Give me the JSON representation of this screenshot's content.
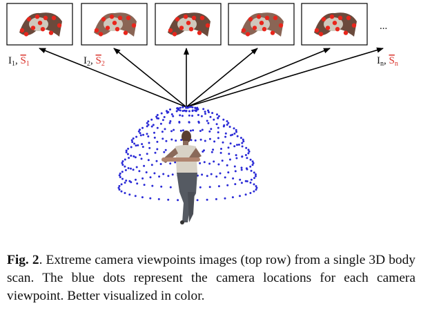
{
  "views": [
    {
      "image_name": "I",
      "image_sub": "1",
      "label_sep": ", ",
      "pose_name": "S",
      "pose_sub": "1"
    },
    {
      "image_name": "I",
      "image_sub": "2",
      "label_sep": ", ",
      "pose_name": "S",
      "pose_sub": "2"
    },
    {
      "image_name": "",
      "image_sub": "",
      "label_sep": "",
      "pose_name": "",
      "pose_sub": ""
    },
    {
      "image_name": "",
      "image_sub": "",
      "label_sep": "",
      "pose_name": "",
      "pose_sub": ""
    },
    {
      "image_name": "",
      "image_sub": "",
      "label_sep": "",
      "pose_name": "",
      "pose_sub": ""
    }
  ],
  "last_view": {
    "image_name": "I",
    "image_sub": "n",
    "label_sep": ", ",
    "pose_name": "S",
    "pose_sub": "n"
  },
  "ellipsis": "...",
  "colors": {
    "camera_dot": "#2a2ad6",
    "keypoint": "#e8261c",
    "label_red": "#d9322b",
    "arrow": "#000000"
  },
  "caption": {
    "fig_label": "Fig. 2",
    "period": ".",
    "text": " Extreme camera viewpoints images (top row) from a single 3D body scan. The blue dots represent the camera locations for each camera viewpoint. Better visualized in color."
  }
}
